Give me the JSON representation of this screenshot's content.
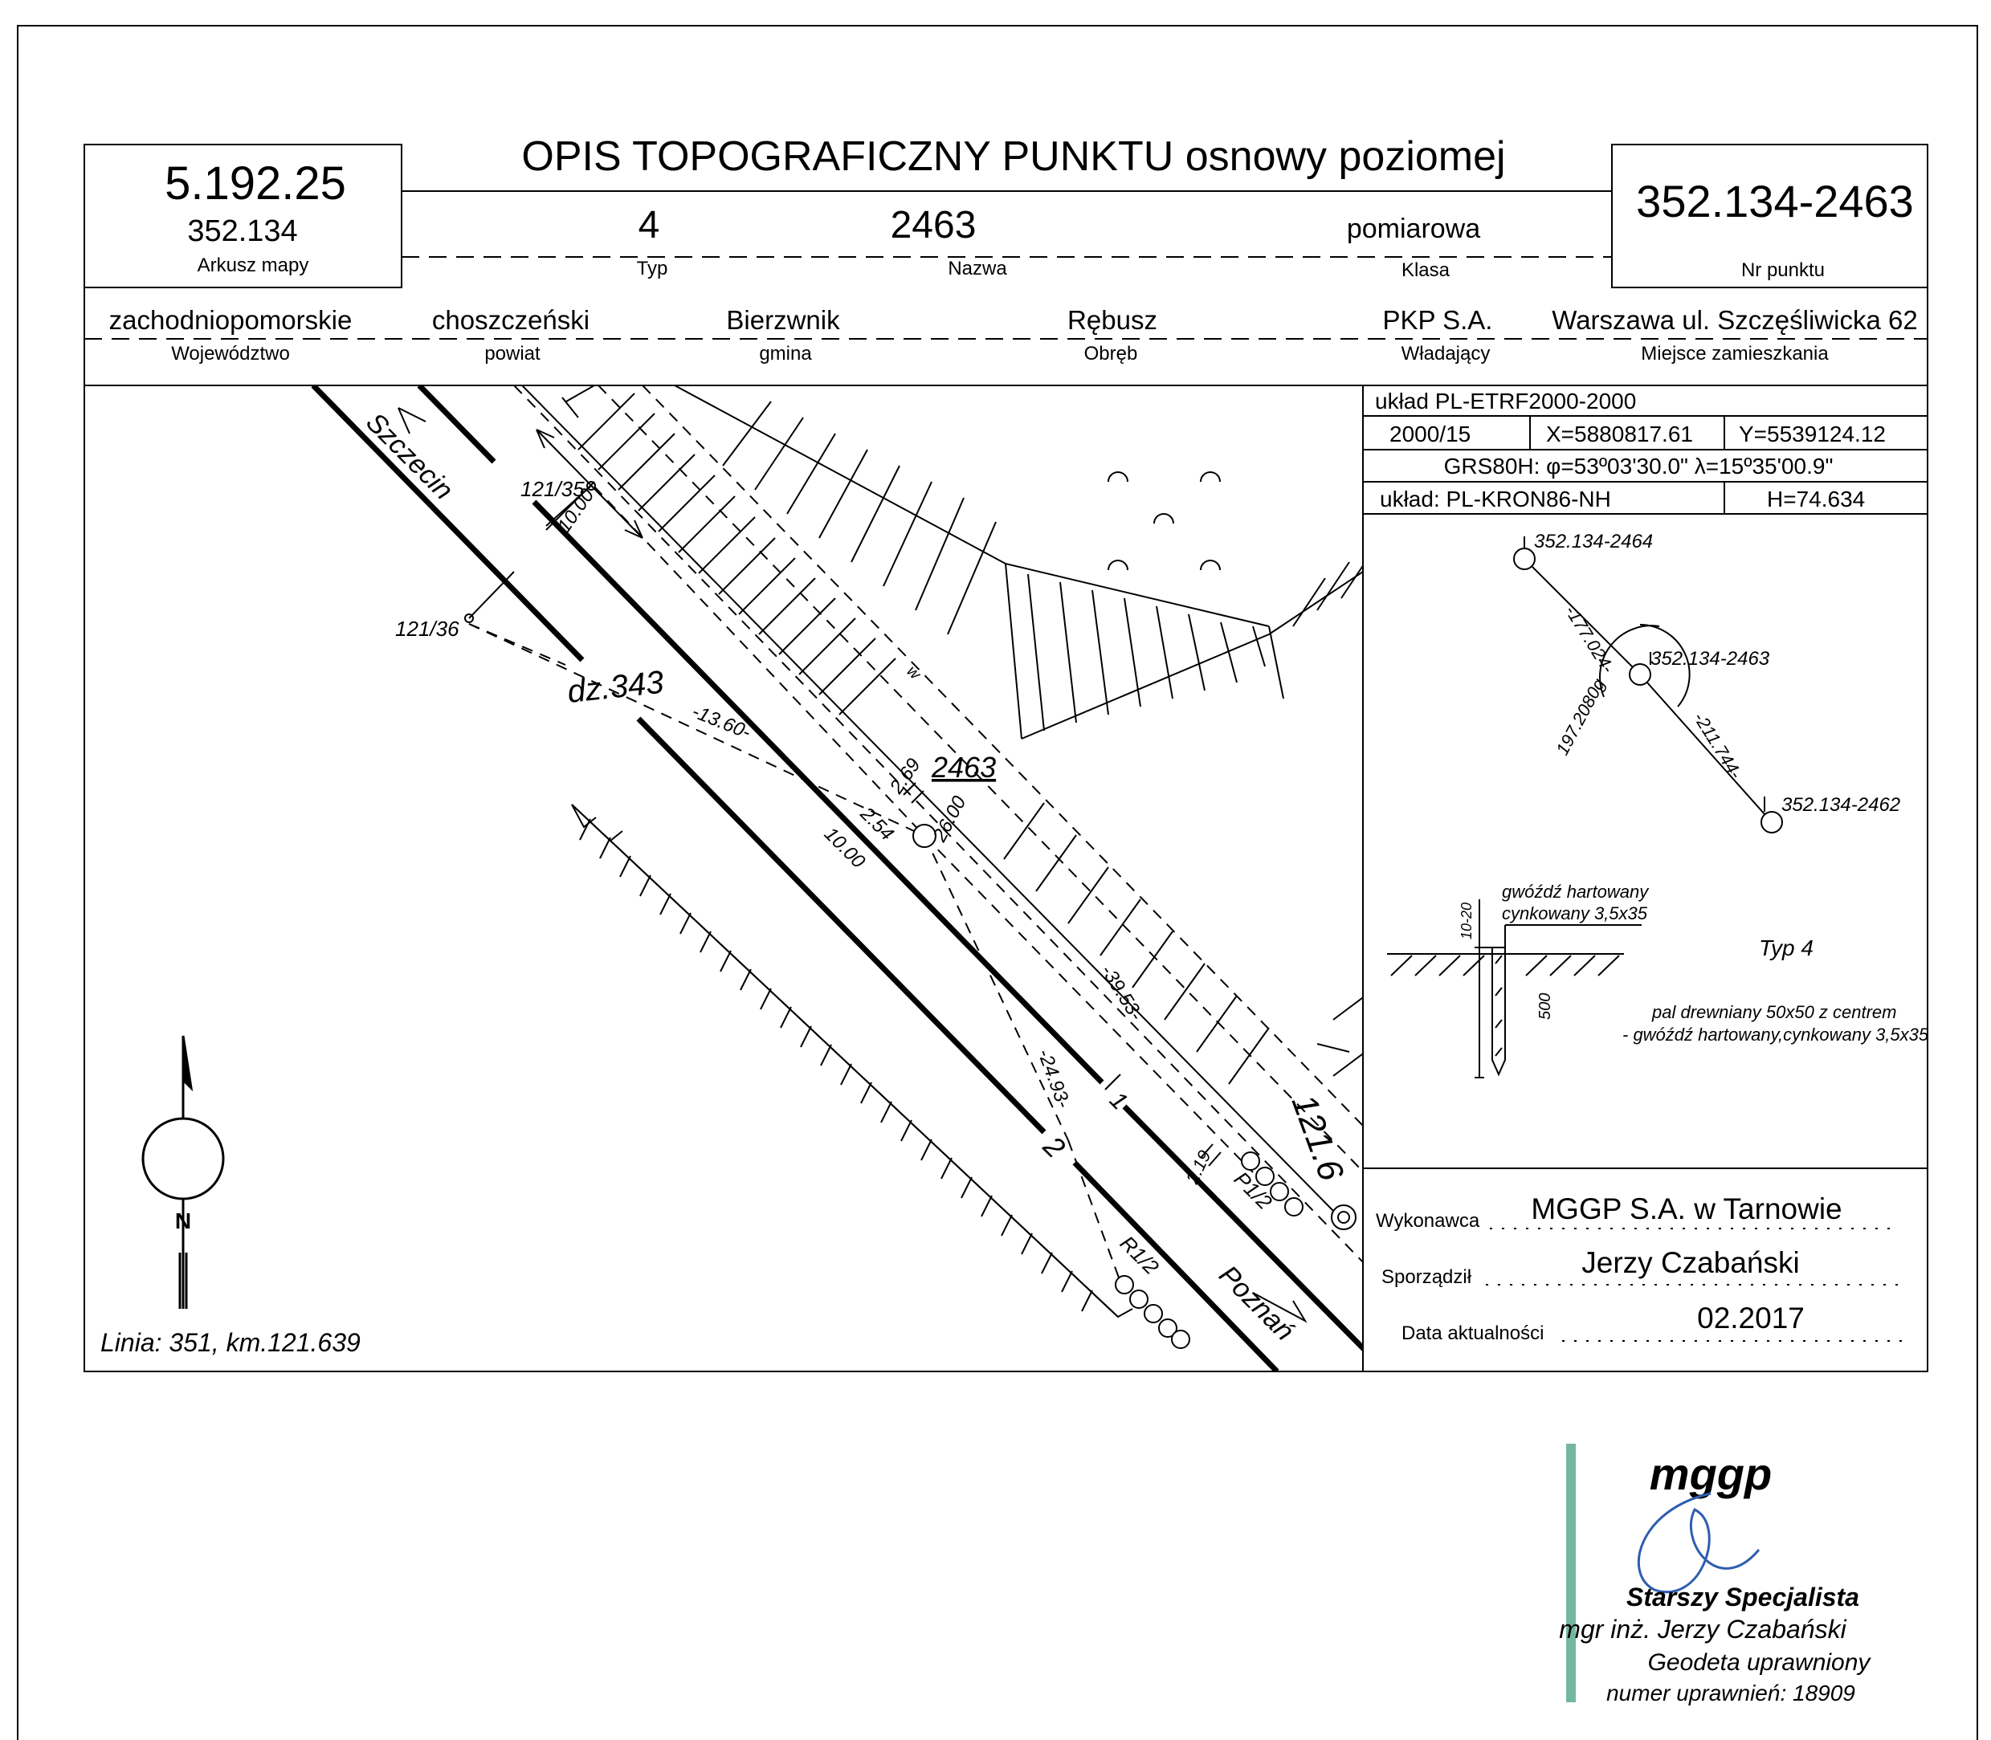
{
  "header": {
    "title": "OPIS TOPOGRAFICZNY PUNKTU osnowy poziomej",
    "map_sheet_code": "5.192.25",
    "map_sheet_sub": "352.134",
    "map_sheet_label": "Arkusz mapy",
    "point_number": "352.134-2463",
    "point_number_label": "Nr punktu",
    "type_value": "4",
    "type_label": "Typ",
    "name_value": "2463",
    "name_label": "Nazwa",
    "class_value": "pomiarowa",
    "class_label": "Klasa"
  },
  "location": {
    "voivodeship": "zachodniopomorskie",
    "voivodeship_label": "Województwo",
    "county": "choszczeński",
    "county_label": "powiat",
    "commune": "Bierzwnik",
    "commune_label": "gmina",
    "precinct": "Rębusz",
    "precinct_label": "Obręb",
    "owner": "PKP S.A.",
    "owner_label": "Władający",
    "residence": "Warszawa ul. Szczęśliwicka 62",
    "residence_label": "Miejsce zamieszkania"
  },
  "coordinates": {
    "system": "układ PL-ETRF2000-2000",
    "zone": "2000/15",
    "x": "X=5880817.61",
    "y": "Y=5539124.12",
    "grs": "GRS80H: φ=53º03'30.0\" λ=15º35'00.9\"",
    "height_system": "układ: PL-KRON86-NH",
    "height": "H=74.634"
  },
  "sketch": {
    "direction_from": "Szczecin",
    "direction_to": "Poznań",
    "parcel": "dz.343",
    "point": "2463",
    "point_121_35": "121/35",
    "point_121_36": "121/36",
    "dist_1360": "-13.60-",
    "dist_269": "2.69",
    "dist_254": "2.54",
    "dist_2600": "26.00",
    "dist_1000a": "10.00",
    "dist_1000b": "10.00",
    "dist_3953": "-39.53-",
    "dist_2493": "-24.93-",
    "dist_219": "2.19",
    "track_1": "1",
    "track_2": "2",
    "km_marker": "121.6",
    "p1_2": "P1/2",
    "r1_2": "R1/2",
    "w_mark": "w",
    "line_info": "Linia: 351, km.121.639",
    "north": "N"
  },
  "network": {
    "p_north": "352.134-2464",
    "p_center": "352.134-2463",
    "p_south": "352.134-2462",
    "dist_north": "-177.024-",
    "dist_south": "-211.744-",
    "angle": "197.2080g"
  },
  "marker": {
    "nail": "gwóźdź hartowany",
    "nail2": "cynkowany 3,5x35",
    "depth_top": "10-20",
    "depth": "500",
    "type_label": "Typ 4",
    "desc1": "pal drewniany 50x50 z centrem",
    "desc2": "- gwóźdź hartowany,cynkowany 3,5x35"
  },
  "footer": {
    "contractor_label": "Wykonawca",
    "contractor": "MGGP S.A.  w Tarnowie",
    "author_label": "Sporządził",
    "author": "Jerzy Czabański",
    "date_label": "Data aktualności",
    "date": "02.2017"
  },
  "stamp": {
    "logo": "mggp",
    "line1": "Starszy Specjalista",
    "line2": "mgr inż. Jerzy Czabański",
    "line3": "Geodeta uprawniony",
    "line4": "numer uprawnień: 18909",
    "color": "#3a9a7a"
  }
}
